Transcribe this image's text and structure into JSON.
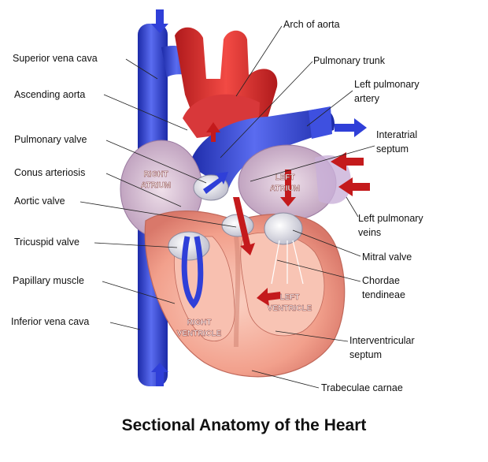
{
  "title": "Sectional Anatomy of the Heart",
  "labels": {
    "superior_vena_cava": "Superior vena cava",
    "ascending_aorta": "Ascending aorta",
    "pulmonary_valve": "Pulmonary valve",
    "conus_arteriosis": "Conus arteriosis",
    "aortic_valve": "Aortic valve",
    "tricuspid_valve": "Tricuspid valve",
    "papillary_muscle": "Papillary muscle",
    "inferior_vena_cava": "Inferior vena cava",
    "arch_of_aorta": "Arch of aorta",
    "pulmonary_trunk": "Pulmonary trunk",
    "left_pulmonary_artery_1": "Left pulmonary",
    "left_pulmonary_artery_2": "artery",
    "interatrial_septum_1": "Interatrial",
    "interatrial_septum_2": "septum",
    "left_pulmonary_veins_1": "Left pulmonary",
    "left_pulmonary_veins_2": "veins",
    "mitral_valve": "Mitral valve",
    "chordae_tendineae_1": "Chordae",
    "chordae_tendineae_2": "tendineae",
    "interventricular_septum_1": "Interventricular",
    "interventricular_septum_2": "septum",
    "trabeculae_carnae": "Trabeculae carnae"
  },
  "chambers": {
    "right_atrium_1": "RIGHT",
    "right_atrium_2": "ATRIUM",
    "left_atrium_1": "LEFT",
    "left_atrium_2": "ATRIUM",
    "left_ventricle_1": "LEFT",
    "left_ventricle_2": "VENTRICLE",
    "right_ventricle_1": "RIGHT",
    "right_ventricle_2": "VENTRICLE"
  },
  "colors": {
    "deoxygenated_blue": "#2f3fd8",
    "oxygenated_red": "#e0282a",
    "myocardium": "#f4a999",
    "atrium_wall": "#d8b8cc"
  }
}
